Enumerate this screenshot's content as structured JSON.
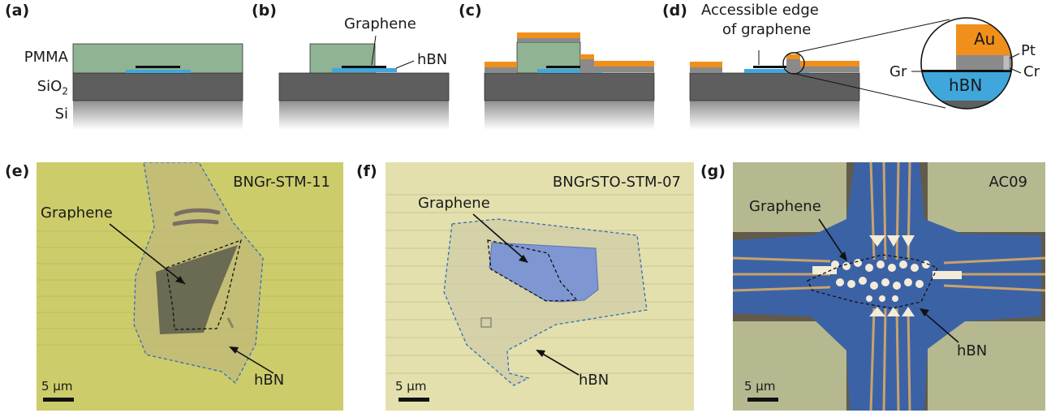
{
  "panel_labels": [
    "(a)",
    "(b)",
    "(c)",
    "(d)",
    "(e)",
    "(f)",
    "(g)"
  ],
  "layers": {
    "pmma": "PMMA",
    "sio2_base": "SiO",
    "sio2_sub": "2",
    "si": "Si"
  },
  "schematic_labels": {
    "graphene": "Graphene",
    "hbn": "hBN",
    "accessible_edge_line1": "Accessible edge",
    "accessible_edge_line2": "of graphene"
  },
  "inset_labels": {
    "au": "Au",
    "pt": "Pt",
    "cr": "Cr",
    "gr": "Gr",
    "hbn": "hBN"
  },
  "photos": [
    {
      "sample": "BNGr-STM-11",
      "graphene": "Graphene",
      "hbn": "hBN",
      "scale": "5 µm"
    },
    {
      "sample": "BNGrSTO-STM-07",
      "graphene": "Graphene",
      "hbn": "hBN",
      "scale": "5 µm"
    },
    {
      "sample": "AC09",
      "graphene": "Graphene",
      "hbn": "hBN",
      "scale": "5 µm"
    }
  ],
  "colors": {
    "pmma": "#8fb393",
    "sio2": "#5e5e5e",
    "si": "#9a9a9a",
    "hbn": "#3fa7dc",
    "graphene": "#111111",
    "gold": "#f0901a",
    "metal": "#8a8a8a"
  }
}
